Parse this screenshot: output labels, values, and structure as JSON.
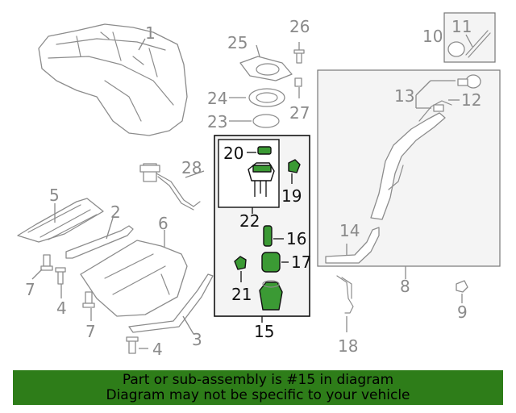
{
  "callouts": {
    "c1": "1",
    "c2": "2",
    "c3": "3",
    "c4a": "4",
    "c4b": "4",
    "c5": "5",
    "c6": "6",
    "c7a": "7",
    "c7b": "7",
    "c8": "8",
    "c9": "9",
    "c10": "10",
    "c11": "11",
    "c12": "12",
    "c13": "13",
    "c14": "14",
    "c15": "15",
    "c16": "16",
    "c17": "17",
    "c18": "18",
    "c19": "19",
    "c20": "20",
    "c21": "21",
    "c22": "22",
    "c23": "23",
    "c24": "24",
    "c25": "25",
    "c26": "26",
    "c27": "27",
    "c28": "28"
  },
  "colors": {
    "highlight": "#3b9a34",
    "banner": "#2e7d19",
    "callout_grey": "#8a8a8a"
  },
  "banner": {
    "line1": "Part or sub-assembly is #15 in diagram",
    "line2": "Diagram may not be specific to your vehicle"
  }
}
